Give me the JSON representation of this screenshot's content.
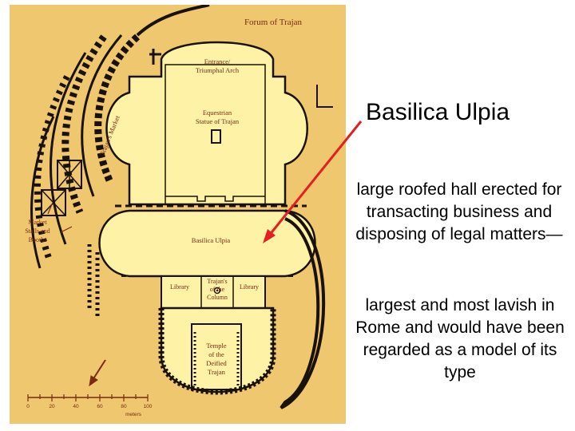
{
  "map": {
    "title": "Forum of Trajan",
    "labels": {
      "entrance_line1": "Entrance/",
      "entrance_line2": "Triumphal Arch",
      "statue_line1": "Equestrian",
      "statue_line2": "Statue of Trajan",
      "market": "Trajan's Market",
      "stalls_line1": "Market",
      "stalls_line2": "Stalls and",
      "stalls_line3": "Booths",
      "basilica": "Basilica Ulpia",
      "library_left": "Library",
      "library_right": "Library",
      "column_line1": "Trajan's",
      "column_line2": "of the",
      "column_line3": "Column",
      "temple_line1": "Temple",
      "temple_line2": "of the",
      "temple_line3": "Deified",
      "temple_line4": "Trajan"
    },
    "scale": {
      "ticks": [
        "0",
        "20",
        "40",
        "60",
        "80",
        "100"
      ],
      "unit": "meters"
    },
    "colors": {
      "background": "#eec76e",
      "building": "#fdf2a6",
      "wall": "#1a1208",
      "label": "#7a2a14"
    }
  },
  "slide": {
    "title": "Basilica Ulpia",
    "paragraph1": "large roofed hall erected for transacting business and disposing of legal matters—",
    "paragraph2": "largest and most lavish in Rome and would have been regarded as a model of its type",
    "arrow_color": "#e51f1f"
  }
}
